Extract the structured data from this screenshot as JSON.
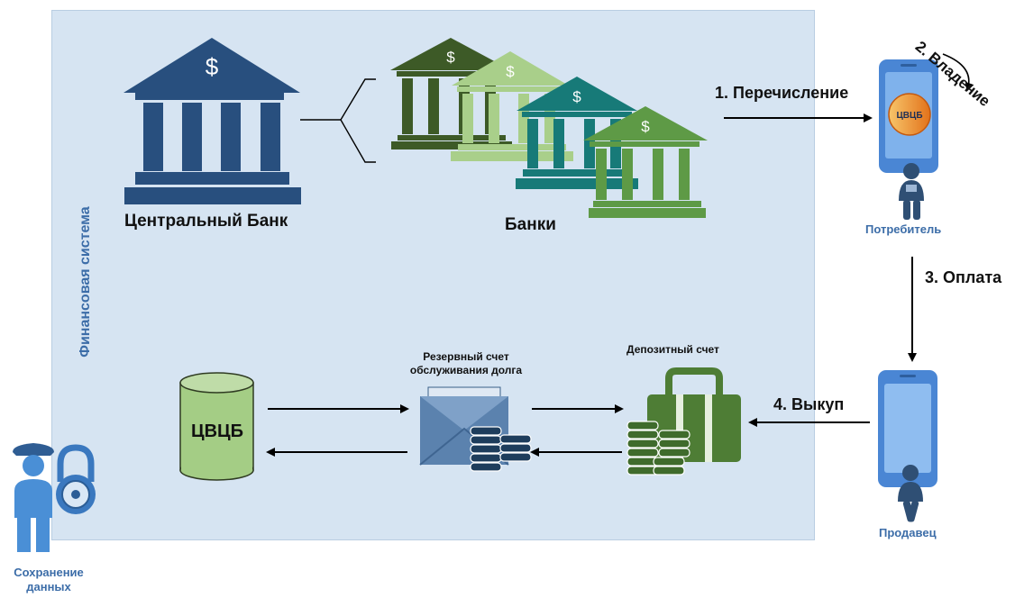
{
  "system_label": "Финансовая система",
  "central_bank": {
    "label": "Центральный Банк",
    "symbol": "$"
  },
  "banks": {
    "label": "Банки",
    "symbol": "$"
  },
  "flow": {
    "step1": "1. Перечисление",
    "step2": "2. Владение",
    "step3": "3. Оплата",
    "step4": "4. Выкуп"
  },
  "consumer": {
    "label": "Потребитель",
    "badge": "ЦВЦБ"
  },
  "seller": {
    "label": "Продавец"
  },
  "storage": {
    "label": "ЦВЦБ"
  },
  "reserve_account": {
    "label_line1": "Резервный счет",
    "label_line2": "обслуживания долга"
  },
  "deposit_account": {
    "label": "Депозитный счет"
  },
  "data_security": {
    "label_line1": "Сохранение",
    "label_line2": "данных"
  },
  "colors": {
    "panel": "#d6e4f2",
    "central_bank": "#284f7e",
    "bank_dark_green": "#3d5a27",
    "bank_light_green": "#a9cf8a",
    "bank_teal": "#177a78",
    "bank_green": "#5e9a46",
    "phone": "#4a86d4",
    "accent_blue": "#3c6da8"
  }
}
